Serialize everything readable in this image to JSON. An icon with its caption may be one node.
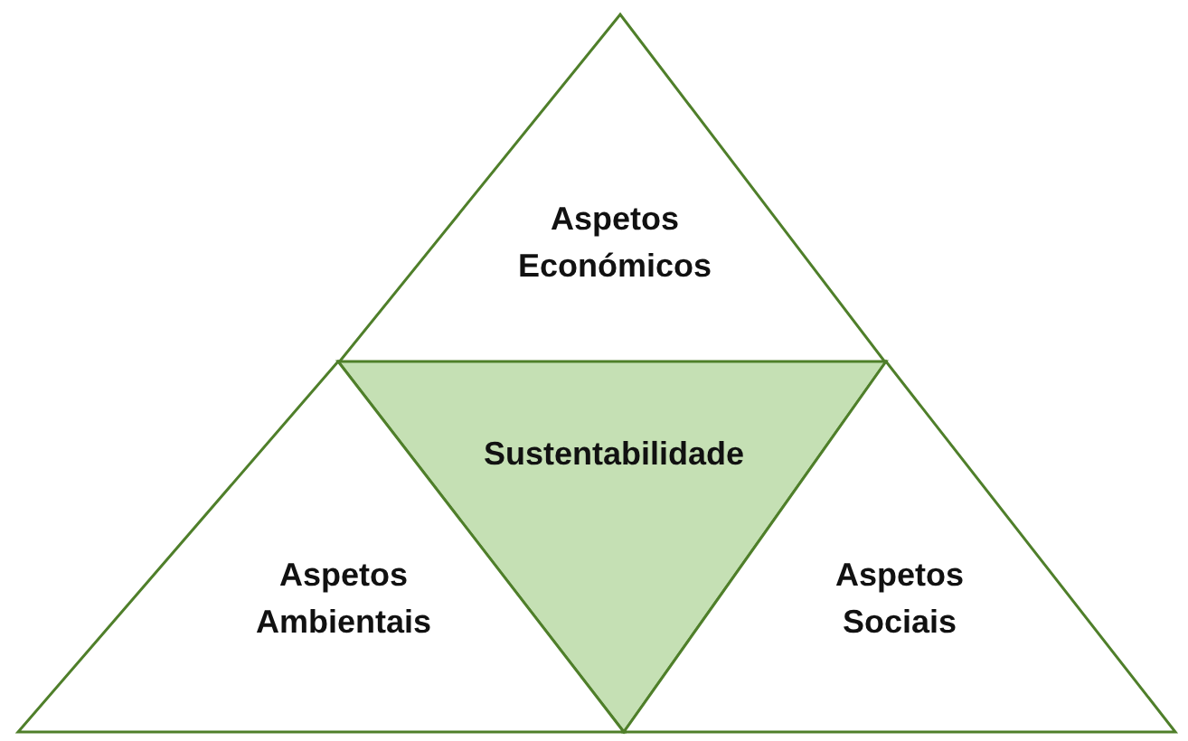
{
  "diagram": {
    "nodes": [
      {
        "text": [
          "Aspetos Económicos"
        ]
      },
      {
        "text": [
          "Sustentabilidade"
        ]
      },
      {
        "text": [
          "Aspetos Ambientais"
        ]
      },
      {
        "text": [
          "Aspetos Sociais"
        ]
      }
    ]
  }
}
